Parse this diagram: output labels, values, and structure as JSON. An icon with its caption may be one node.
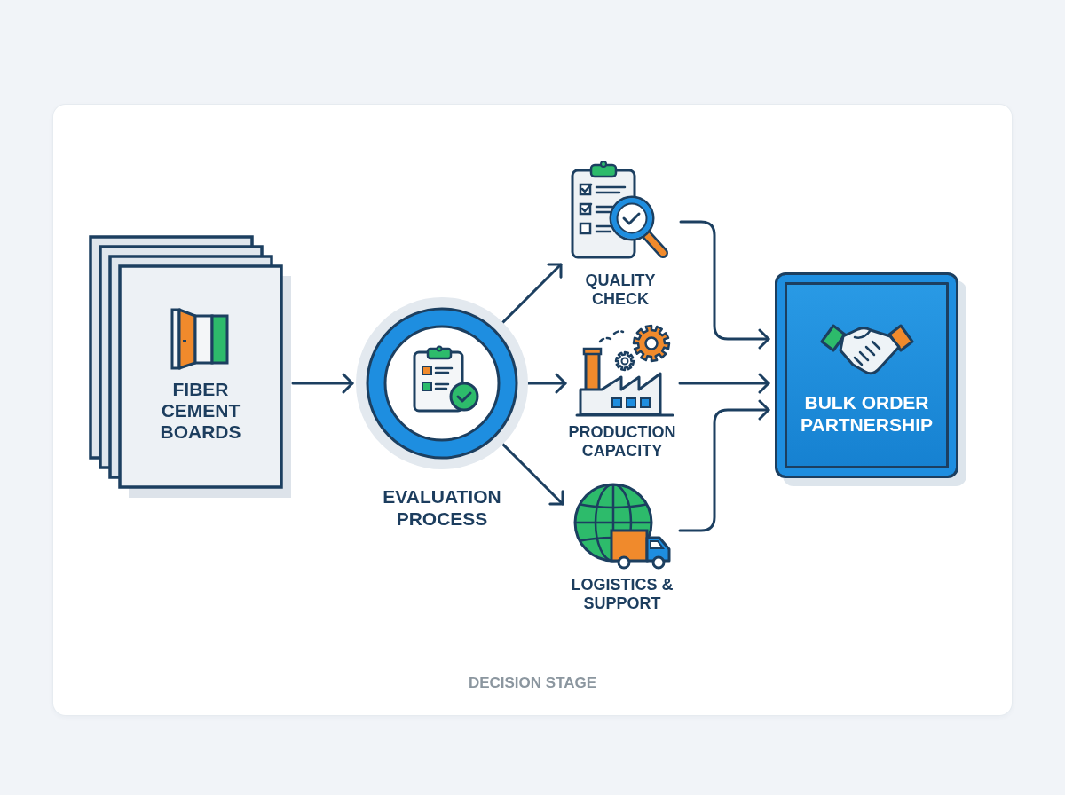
{
  "diagram": {
    "nodes": [
      {
        "text": [
          "DECISION STAGE"
        ]
      },
      {
        "text": [
          "FIBER CEMENT BOARDS"
        ],
        "in": 0
      },
      {
        "text": [
          "EVALUATION PROCESS"
        ],
        "in": 0
      },
      {
        "text": [
          "QUALITY CHECK"
        ],
        "in": 0
      },
      {
        "text": [
          "PRODUCTION CAPACITY"
        ],
        "in": 0
      },
      {
        "text": [
          "LOGISTICS & SUPPORT"
        ],
        "in": 0
      },
      {
        "text": [
          "BULK ORDER PARTNERSHIP"
        ],
        "in": 0
      }
    ],
    "edges": [
      {
        "from": 1,
        "to": 2,
        "arrow": "to"
      },
      {
        "from": 2,
        "to": 3,
        "arrow": "to"
      },
      {
        "from": 2,
        "to": 4,
        "arrow": "to"
      },
      {
        "from": 2,
        "to": 5,
        "arrow": "to"
      },
      {
        "from": 3,
        "to": 6,
        "arrow": "to"
      },
      {
        "from": 4,
        "to": 6,
        "arrow": "to"
      },
      {
        "from": 5,
        "to": 6,
        "arrow": "to"
      }
    ]
  }
}
